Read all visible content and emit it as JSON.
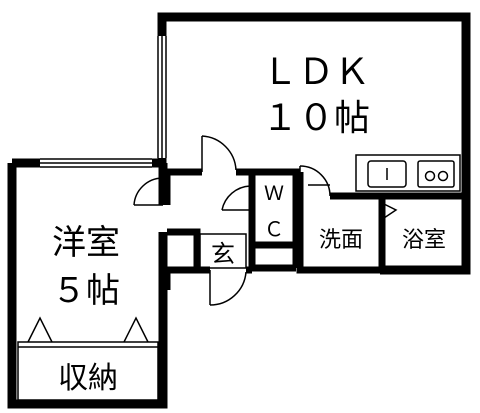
{
  "rooms": {
    "ldk": {
      "name": "ＬＤＫ",
      "size": "１０帖"
    },
    "western": {
      "name": "洋室",
      "size": "５帖"
    },
    "storage": {
      "name": "収納"
    },
    "wc_top": "Ｗ",
    "wc_bottom": "Ｃ",
    "entrance": "玄",
    "washroom": "洗面",
    "bathroom": "浴室"
  },
  "colors": {
    "wall": "#000000",
    "fixture": "#000000",
    "background": "#ffffff"
  }
}
